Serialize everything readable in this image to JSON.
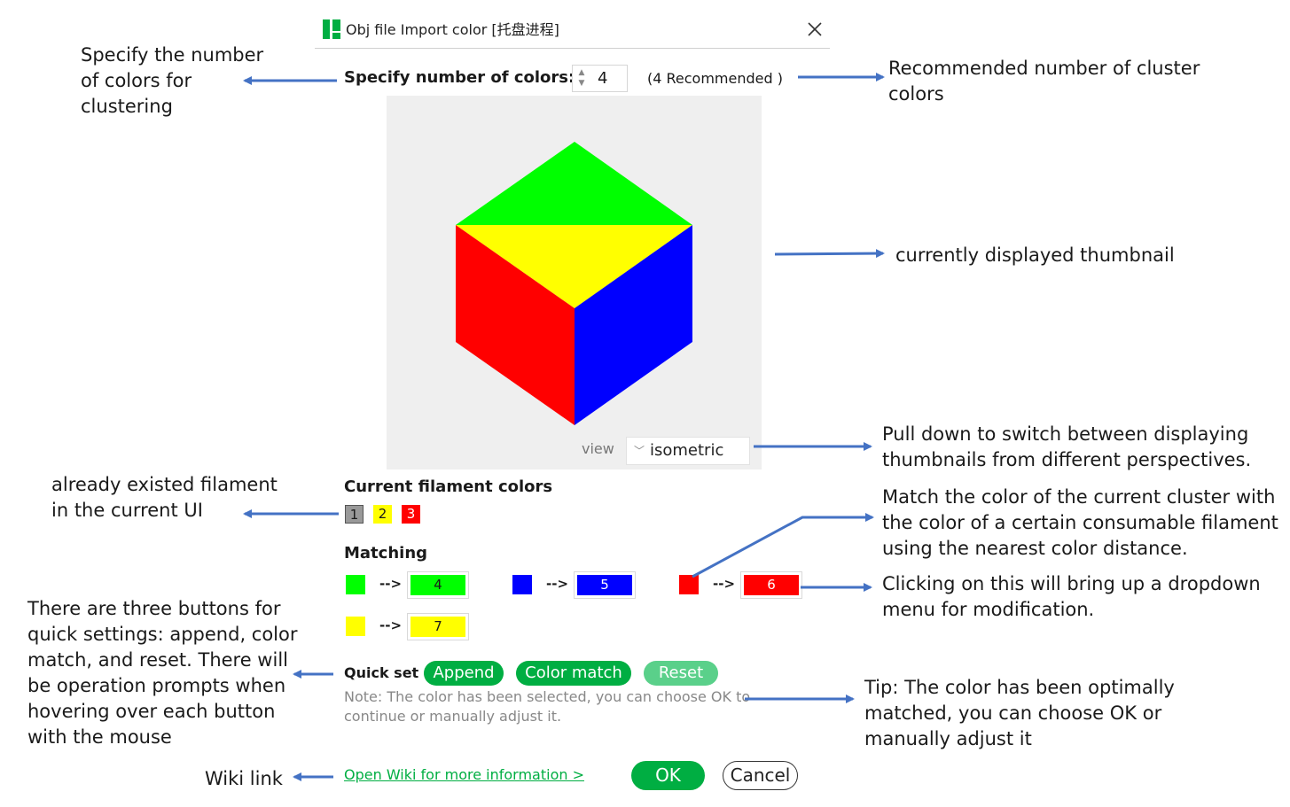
{
  "dialog": {
    "title": "Obj file Import color [托盘进程]",
    "brand_color": "#00ae42"
  },
  "colors_spinner": {
    "label": "Specify number of colors:",
    "value": "4",
    "recommendation": "(4 Recommended )"
  },
  "preview": {
    "view_label": "view",
    "view_value": "isometric",
    "face_colors": {
      "top": "#00ff00",
      "middle": "#ffff00",
      "left": "#ff0000",
      "right": "#0000ff"
    }
  },
  "filaments": {
    "heading": "Current filament colors",
    "items": [
      {
        "label": "1",
        "color": "#999999"
      },
      {
        "label": "2",
        "color": "#ffff00"
      },
      {
        "label": "3",
        "color": "#ff0000"
      }
    ]
  },
  "matching": {
    "heading": "Matching",
    "arrow": "-->",
    "rows": [
      {
        "source": "#00ff00",
        "target_label": "4",
        "target_color": "#00ff00"
      },
      {
        "source": "#0000ff",
        "target_label": "5",
        "target_color": "#0000ff"
      },
      {
        "source": "#ff0000",
        "target_label": "6",
        "target_color": "#ff0000"
      },
      {
        "source": "#ffff00",
        "target_label": "7",
        "target_color": "#ffff00"
      }
    ]
  },
  "quick_set": {
    "label": "Quick set",
    "append": "Append",
    "color_match": "Color match",
    "reset": "Reset",
    "note": "Note: The color has been selected, you can choose OK  to continue or manually adjust it."
  },
  "footer": {
    "wiki_link": "Open Wiki for more information >",
    "ok": "OK",
    "cancel": "Cancel"
  },
  "annotations": {
    "specify_number": "Specify the number of colors for clustering",
    "recommended": "Recommended number of cluster colors",
    "thumbnail": "currently displayed thumbnail",
    "pulldown": "Pull down to switch between displaying thumbnails from different perspectives.",
    "existing_filament": "already existed filament in the current UI",
    "match_nearest": "Match the color of the current cluster with the color of a certain consumable filament using the nearest color distance.",
    "dropdown": "Clicking on this will bring up a dropdown menu for modification.",
    "quick_buttons": "There are three buttons for quick settings: append, color match, and reset. There will be operation prompts when hovering over each button with the mouse",
    "tip": "Tip: The color has been optimally matched, you can choose OK or manually adjust it",
    "wiki": "Wiki link"
  }
}
